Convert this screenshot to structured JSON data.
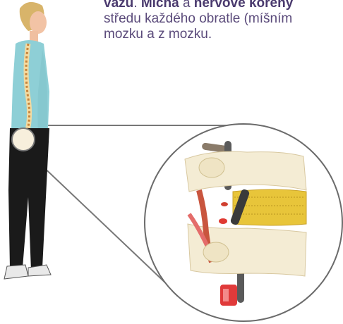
{
  "text": {
    "line1_part1": "vazů",
    "line1_sep1": ". ",
    "line1_bold2": "Mícha",
    "line1_sep2": " a ",
    "line1_bold3": "nervové kořeny",
    "line2": "středu každého obratle (míšním",
    "line3": "mozku a z mozku."
  },
  "colors": {
    "text": "#5a4a7a",
    "callout_line": "#6b6b6b",
    "shirt": "#8ecfd6",
    "trousers": "#1a1a1a",
    "bone": "#f4ecd4",
    "disc": "#e8c53a"
  }
}
